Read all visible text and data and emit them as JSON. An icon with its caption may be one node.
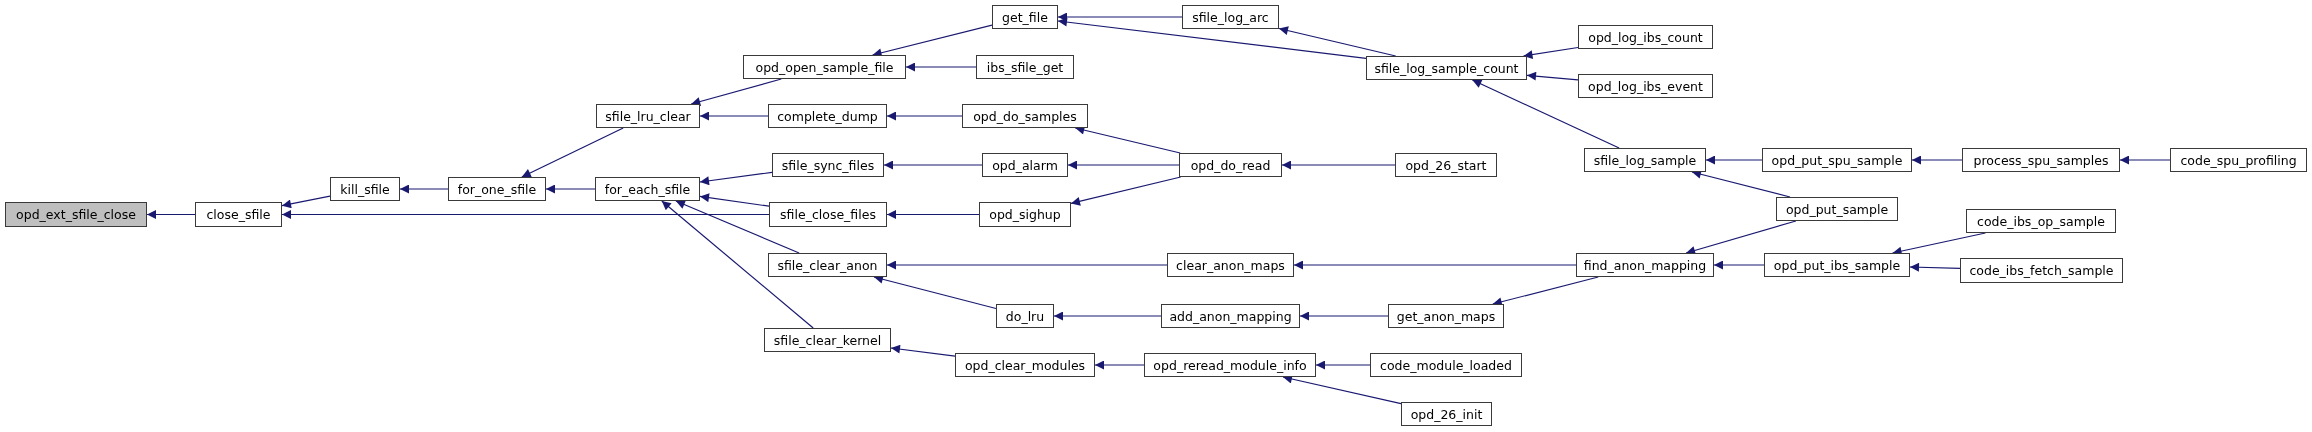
{
  "diagram": {
    "nodes": [
      {
        "text": [
          "opd_ext_sfile_close"
        ]
      },
      {
        "text": [
          "close_sfile"
        ]
      },
      {
        "text": [
          "kill_sfile"
        ]
      },
      {
        "text": [
          "for_one_sfile"
        ]
      },
      {
        "text": [
          "sfile_lru_clear"
        ]
      },
      {
        "text": [
          "for_each_sfile"
        ]
      },
      {
        "text": [
          "opd_open_sample_file"
        ]
      },
      {
        "text": [
          "complete_dump"
        ]
      },
      {
        "text": [
          "sfile_sync_files"
        ]
      },
      {
        "text": [
          "sfile_close_files"
        ]
      },
      {
        "text": [
          "sfile_clear_anon"
        ]
      },
      {
        "text": [
          "sfile_clear_kernel"
        ]
      },
      {
        "text": [
          "get_file"
        ]
      },
      {
        "text": [
          "ibs_sfile_get"
        ]
      },
      {
        "text": [
          "opd_do_samples"
        ]
      },
      {
        "text": [
          "opd_alarm"
        ]
      },
      {
        "text": [
          "opd_sighup"
        ]
      },
      {
        "text": [
          "do_lru"
        ]
      },
      {
        "text": [
          "opd_clear_modules"
        ]
      },
      {
        "text": [
          "sfile_log_arc"
        ]
      },
      {
        "text": [
          "opd_do_read"
        ]
      },
      {
        "text": [
          "clear_anon_maps"
        ]
      },
      {
        "text": [
          "add_anon_mapping"
        ]
      },
      {
        "text": [
          "opd_reread_module_info"
        ]
      },
      {
        "text": [
          "sfile_log_sample_count"
        ]
      },
      {
        "text": [
          "opd_26_start"
        ]
      },
      {
        "text": [
          "get_anon_maps"
        ]
      },
      {
        "text": [
          "code_module_loaded"
        ]
      },
      {
        "text": [
          "opd_26_init"
        ]
      },
      {
        "text": [
          "opd_log_ibs_count"
        ]
      },
      {
        "text": [
          "opd_log_ibs_event"
        ]
      },
      {
        "text": [
          "sfile_log_sample"
        ]
      },
      {
        "text": [
          "find_anon_mapping"
        ]
      },
      {
        "text": [
          "opd_put_spu_sample"
        ]
      },
      {
        "text": [
          "opd_put_sample"
        ]
      },
      {
        "text": [
          "opd_put_ibs_sample"
        ]
      },
      {
        "text": [
          "process_spu_samples"
        ]
      },
      {
        "text": [
          "code_spu_profiling"
        ]
      },
      {
        "text": [
          "code_ibs_op_sample"
        ]
      },
      {
        "text": [
          "code_ibs_fetch_sample"
        ]
      }
    ],
    "edges": [
      {
        "from": 1,
        "to": 0,
        "arrow": "to"
      },
      {
        "from": 2,
        "to": 1,
        "arrow": "to"
      },
      {
        "from": 9,
        "to": 1,
        "arrow": "to"
      },
      {
        "from": 3,
        "to": 2,
        "arrow": "to"
      },
      {
        "from": 4,
        "to": 3,
        "arrow": "to"
      },
      {
        "from": 5,
        "to": 3,
        "arrow": "to"
      },
      {
        "from": 6,
        "to": 4,
        "arrow": "to"
      },
      {
        "from": 7,
        "to": 4,
        "arrow": "to"
      },
      {
        "from": 8,
        "to": 5,
        "arrow": "to"
      },
      {
        "from": 9,
        "to": 5,
        "arrow": "to"
      },
      {
        "from": 10,
        "to": 5,
        "arrow": "to"
      },
      {
        "from": 11,
        "to": 5,
        "arrow": "to"
      },
      {
        "from": 12,
        "to": 6,
        "arrow": "to"
      },
      {
        "from": 13,
        "to": 6,
        "arrow": "to"
      },
      {
        "from": 14,
        "to": 7,
        "arrow": "to"
      },
      {
        "from": 15,
        "to": 8,
        "arrow": "to"
      },
      {
        "from": 16,
        "to": 9,
        "arrow": "to"
      },
      {
        "from": 21,
        "to": 10,
        "arrow": "to"
      },
      {
        "from": 17,
        "to": 10,
        "arrow": "to"
      },
      {
        "from": 18,
        "to": 11,
        "arrow": "to"
      },
      {
        "from": 19,
        "to": 12,
        "arrow": "to"
      },
      {
        "from": 24,
        "to": 12,
        "arrow": "to"
      },
      {
        "from": 20,
        "to": 14,
        "arrow": "to"
      },
      {
        "from": 20,
        "to": 15,
        "arrow": "to"
      },
      {
        "from": 20,
        "to": 16,
        "arrow": "to"
      },
      {
        "from": 22,
        "to": 17,
        "arrow": "to"
      },
      {
        "from": 23,
        "to": 18,
        "arrow": "to"
      },
      {
        "from": 24,
        "to": 19,
        "arrow": "to"
      },
      {
        "from": 25,
        "to": 20,
        "arrow": "to"
      },
      {
        "from": 32,
        "to": 21,
        "arrow": "to"
      },
      {
        "from": 26,
        "to": 22,
        "arrow": "to"
      },
      {
        "from": 27,
        "to": 23,
        "arrow": "to"
      },
      {
        "from": 28,
        "to": 23,
        "arrow": "to"
      },
      {
        "from": 29,
        "to": 24,
        "arrow": "to"
      },
      {
        "from": 30,
        "to": 24,
        "arrow": "to"
      },
      {
        "from": 31,
        "to": 24,
        "arrow": "to"
      },
      {
        "from": 32,
        "to": 26,
        "arrow": "to"
      },
      {
        "from": 33,
        "to": 31,
        "arrow": "to"
      },
      {
        "from": 34,
        "to": 31,
        "arrow": "to"
      },
      {
        "from": 34,
        "to": 32,
        "arrow": "to"
      },
      {
        "from": 35,
        "to": 32,
        "arrow": "to"
      },
      {
        "from": 36,
        "to": 33,
        "arrow": "to"
      },
      {
        "from": 37,
        "to": 36,
        "arrow": "to"
      },
      {
        "from": 38,
        "to": 35,
        "arrow": "to"
      },
      {
        "from": 39,
        "to": 35,
        "arrow": "to"
      }
    ]
  }
}
